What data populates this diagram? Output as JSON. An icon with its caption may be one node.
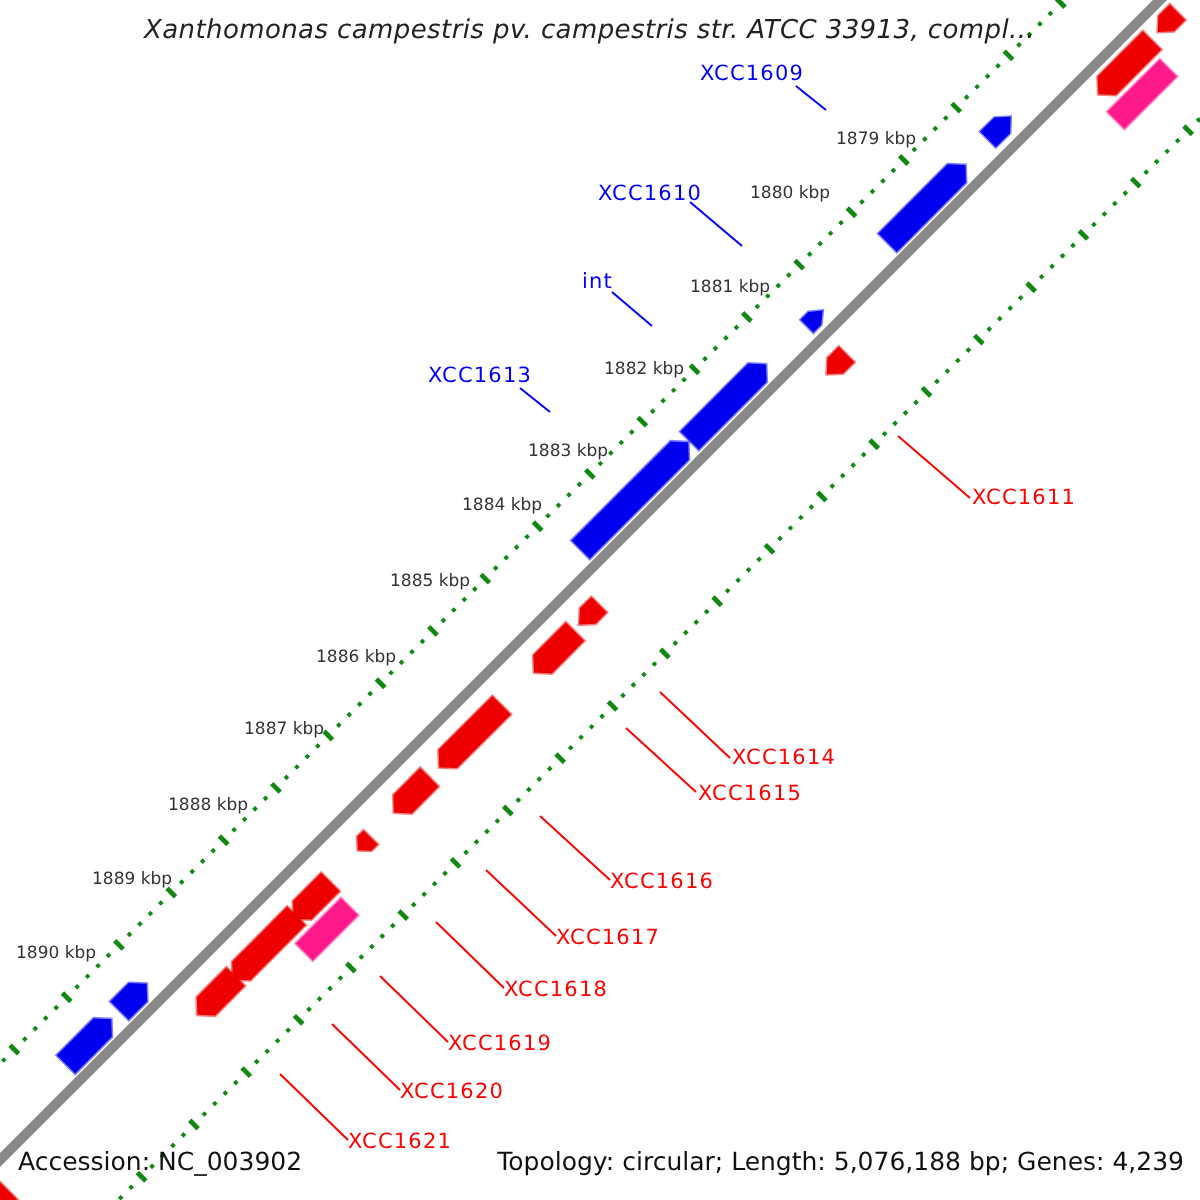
{
  "diagram": {
    "title": "Xanthomonas campestris pv. campestris str. ATCC 33913, compl...",
    "nodes": [
      {
        "text": [
          "XCC1609"
        ]
      },
      {
        "text": [
          "XCC1610"
        ]
      },
      {
        "text": [
          "int"
        ]
      },
      {
        "text": [
          "XCC1613"
        ]
      },
      {
        "text": [
          "XCC1611"
        ]
      },
      {
        "text": [
          "XCC1614"
        ]
      },
      {
        "text": [
          "XCC1615"
        ]
      },
      {
        "text": [
          "XCC1616"
        ]
      },
      {
        "text": [
          "XCC1617"
        ]
      },
      {
        "text": [
          "XCC1618"
        ]
      },
      {
        "text": [
          "XCC1619"
        ]
      },
      {
        "text": [
          "XCC1620"
        ]
      },
      {
        "text": [
          "XCC1621"
        ]
      }
    ],
    "edges": [
      {
        "from": 0,
        "to": null,
        "arrow": "none",
        "color": "#0000ff"
      },
      {
        "from": 1,
        "to": null,
        "arrow": "none",
        "color": "#0000ff"
      },
      {
        "from": 2,
        "to": null,
        "arrow": "none",
        "color": "#0000ff"
      },
      {
        "from": 3,
        "to": null,
        "arrow": "none",
        "color": "#0000ff"
      },
      {
        "from": 4,
        "to": null,
        "arrow": "none"
      },
      {
        "from": 5,
        "to": null,
        "arrow": "none"
      },
      {
        "from": 6,
        "to": null,
        "arrow": "none"
      },
      {
        "from": 7,
        "to": null,
        "arrow": "none"
      },
      {
        "from": 8,
        "to": null,
        "arrow": "none"
      },
      {
        "from": 9,
        "to": null,
        "arrow": "none"
      },
      {
        "from": 10,
        "to": null,
        "arrow": "none"
      },
      {
        "from": 11,
        "to": null,
        "arrow": "none"
      },
      {
        "from": 12,
        "to": null,
        "arrow": "none"
      }
    ],
    "labels": [
      "1879 kbp",
      "1880 kbp",
      "1881 kbp",
      "1882 kbp",
      "1883 kbp",
      "1884 kbp",
      "1885 kbp",
      "1886 kbp",
      "1887 kbp",
      "1888 kbp",
      "1889 kbp",
      "1890 kbp",
      "Accession: NC_003902",
      "Topology: circular; Length: 5,076,188 bp; Genes: 4,239"
    ]
  }
}
